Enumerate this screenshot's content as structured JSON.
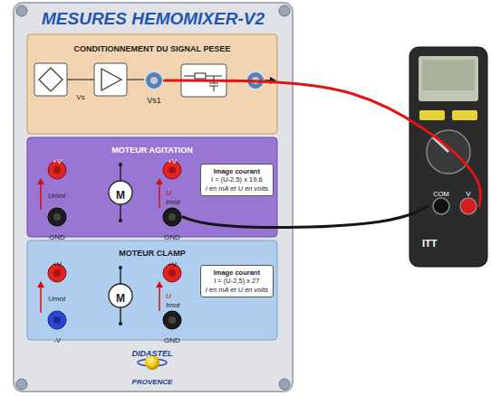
{
  "diagram": {
    "nodes": [
      {
        "text": [
          "MESURES HEMOMIXER-V2"
        ]
      },
      {
        "text": [
          "CONDITIONNEMENT DU SIGNAL PESEE"
        ],
        "in": 0
      },
      {
        "text": [
          "Vs1"
        ],
        "in": 1
      },
      {
        "text": [
          "MOTEUR AGITATION"
        ],
        "in": 0
      },
      {
        "text": [
          "GND"
        ],
        "in": 3
      },
      {
        "text": [
          "Image courant",
          "I = (U-2,5) x 19,6",
          "I en mA et U en volts"
        ],
        "in": 3
      },
      {
        "text": [
          "MOTEUR CLAMP"
        ],
        "in": 0
      },
      {
        "text": [
          "Image courant",
          "I = (U-2,5) x 27",
          "I en mA et U en volts"
        ],
        "in": 6
      },
      {
        "text": [
          "ITT"
        ]
      },
      {
        "text": [
          "COM"
        ],
        "in": 8
      },
      {
        "text": [
          "V"
        ],
        "in": 8
      }
    ],
    "edges": [
      {
        "from": 2,
        "to": 10,
        "arrow": "none"
      },
      {
        "from": 4,
        "to": 9,
        "arrow": "none"
      }
    ],
    "labels": [
      "Vs",
      "+V",
      "Umot",
      "GND",
      "M",
      "+V",
      "U",
      "Imot",
      "+V",
      "Umot",
      "-V",
      "M",
      "+V",
      "U",
      "Imot",
      "GND",
      "DIDASTEL",
      "PROVENCE"
    ]
  }
}
